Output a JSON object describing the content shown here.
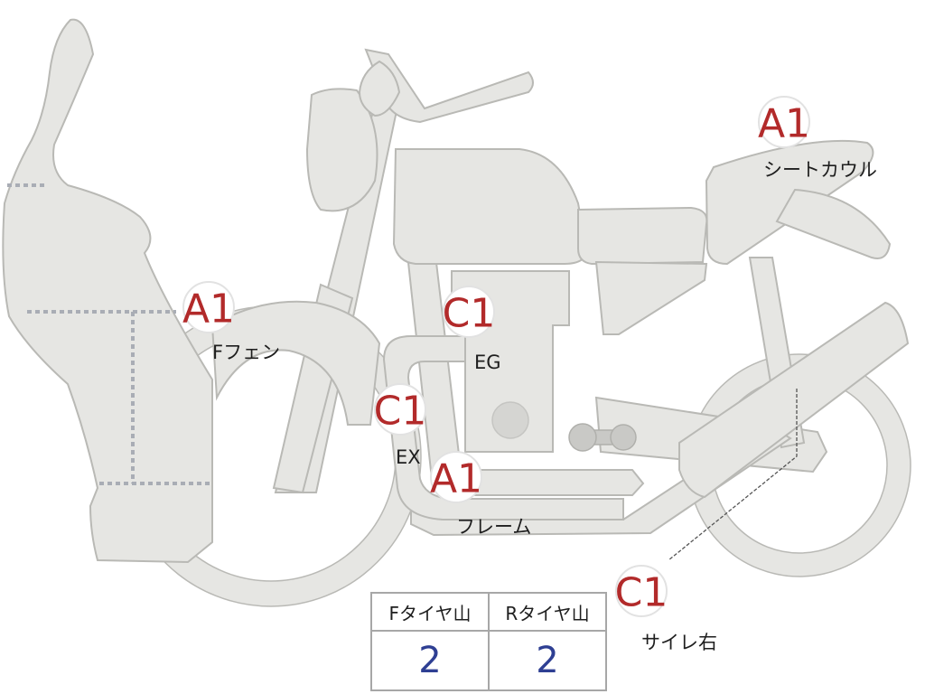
{
  "grades": {
    "seat_cowl": "A1",
    "f_fender": "A1",
    "engine": "C1",
    "exhaust": "C1",
    "frame": "A1",
    "muffler_right": "C1"
  },
  "labels": {
    "seat_cowl": "シートカウル",
    "f_fender": "Fフェン",
    "engine": "EG",
    "exhaust": "EX",
    "frame": "フレーム",
    "muffler_right": "サイレ右"
  },
  "tire_table": {
    "front_header": "Fタイヤ山",
    "rear_header": "Rタイヤ山",
    "front_value": "2",
    "rear_value": "2"
  },
  "colors": {
    "body_fill": "#e6e6e3",
    "outline": "#b9b9b5",
    "grade_text": "#b22a2a",
    "tire_value": "#2e3f93",
    "dotted_line": "#a9adb5"
  }
}
